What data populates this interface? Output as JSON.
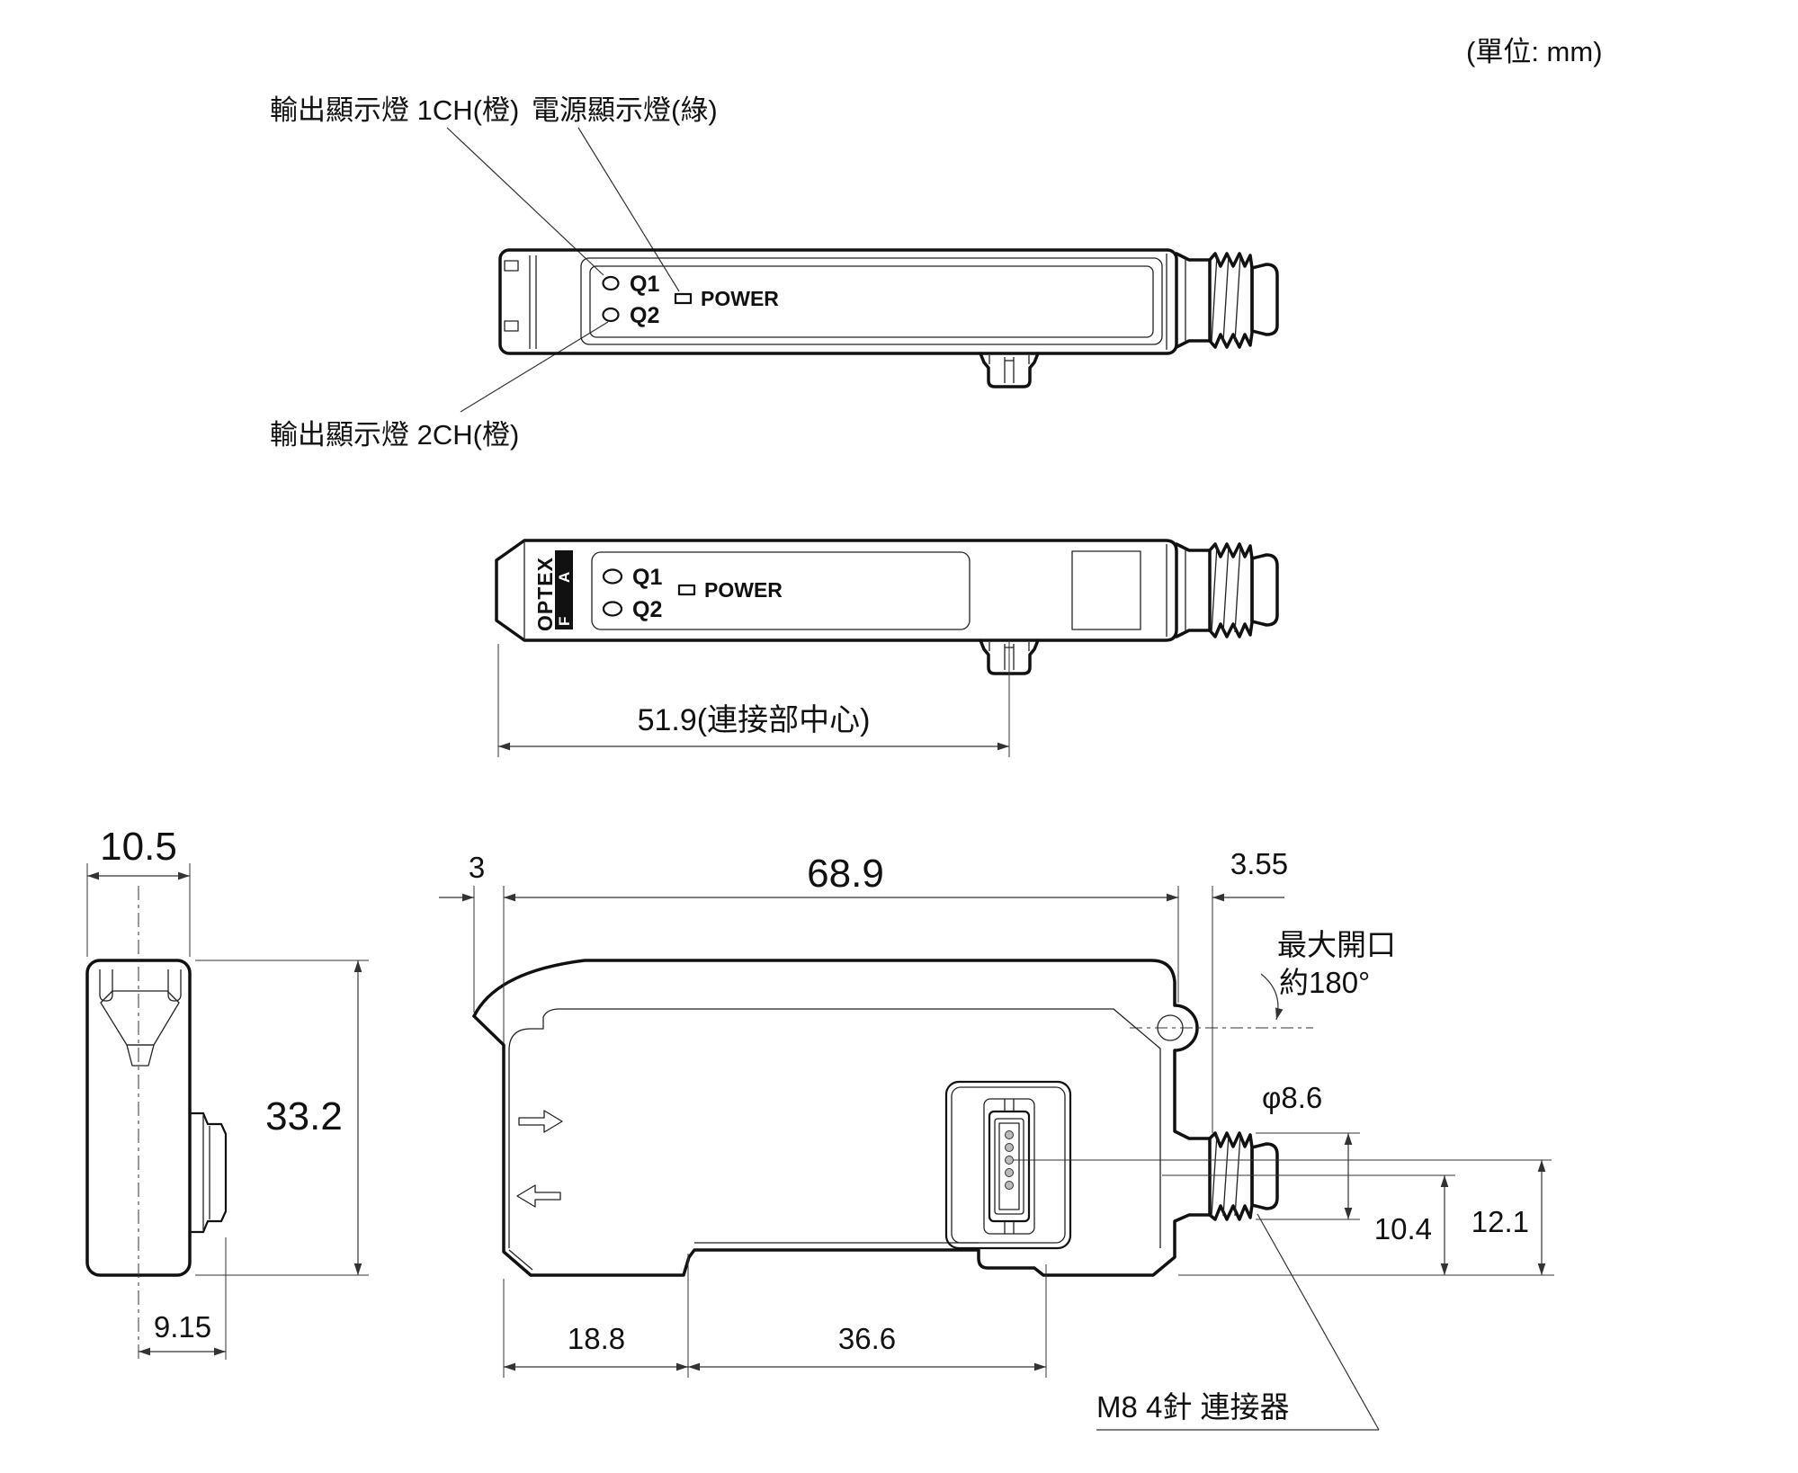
{
  "unit_note": "(單位: mm)",
  "callouts": {
    "output_1ch": "輸出顯示燈 1CH(橙)",
    "power_green": "電源顯示燈(綠)",
    "output_2ch": "輸出顯示燈 2CH(橙)",
    "max_opening_1": "最大開口",
    "max_opening_2": "約180°",
    "m8_connector": "M8 4針 連接器"
  },
  "indicators": {
    "q1": "Q1",
    "q2": "Q2",
    "power": "POWER"
  },
  "logo": {
    "brand": "OPTEX",
    "sub_top": "A",
    "sub_bottom": "F"
  },
  "dimensions": {
    "hood_offset": "3",
    "body_length": "68.9",
    "tail_offset": "3.55",
    "connector_center": "51.9(連接部中心)",
    "body_width": "10.5",
    "body_height": "33.2",
    "side_offset": "9.15",
    "cable_diameter": "φ8.6",
    "cable_axis_height": "10.4",
    "pin_axis_height": "12.1",
    "notch_offset": "18.8",
    "notch_length": "36.6"
  }
}
